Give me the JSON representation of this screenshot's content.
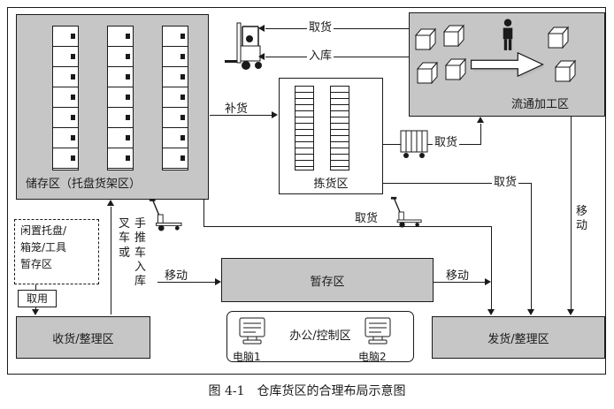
{
  "figure": {
    "caption": "图 4-1　仓库货区的合理布局示意图"
  },
  "colors": {
    "zone_fill": "#c6c6c6",
    "line": "#1a1a1a",
    "background": "#ffffff"
  },
  "zones": {
    "storage": {
      "label": "储存区（托盘货架区）"
    },
    "circulation": {
      "label": "流通加工区"
    },
    "picking": {
      "label": "拣货区"
    },
    "temp_storage": {
      "label": "暂存区"
    },
    "office": {
      "label": "办公/控制区",
      "computer1_label": "电脑1",
      "computer2_label": "电脑2"
    },
    "receiving": {
      "label": "收货/整理区"
    },
    "shipping": {
      "label": "发货/整理区"
    },
    "idle_storage": {
      "lines": [
        "闲置托盘/",
        "箱笼/工具",
        "暂存区"
      ]
    }
  },
  "flows": {
    "pickup_top": "取货",
    "inbound": "入库",
    "replenish": "补货",
    "pickup_to_processing": "取货",
    "pickup_to_shipping": "取货",
    "pickup_from_storage": "取货",
    "move_to_temp": "移动",
    "move_to_shipping": "移动",
    "move_right_side": "移动",
    "take_for_use": "取用",
    "entry_text_col1": "叉车或",
    "entry_text_col2": "手推车入库"
  },
  "icons": [
    "forklift-icon",
    "pallet-jack-icon",
    "cage-cart-icon",
    "worker-icon",
    "carton-box-icon",
    "flow-arrow-icon",
    "computer-icon",
    "storage-rack-icon",
    "picking-rack-icon"
  ]
}
